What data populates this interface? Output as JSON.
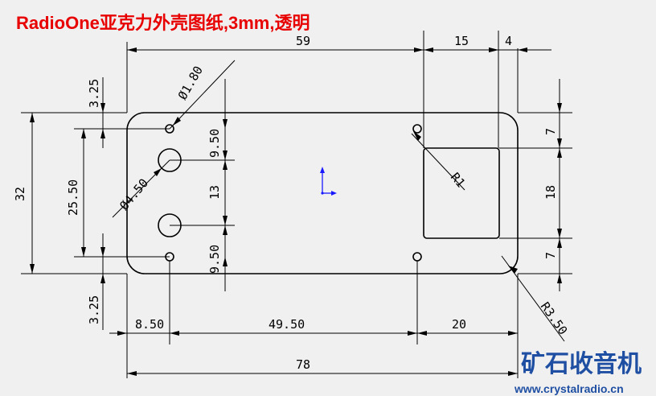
{
  "title": "RadioOne亚克力外壳图纸,3mm,透明",
  "dimensions": {
    "overall_width_top": "59",
    "right_offset_15": "15",
    "right_offset_4": "4",
    "hole_diameter_small": "Ø1.80",
    "hole_diameter_large": "Ø4.50",
    "top_margin": "3.25",
    "bottom_margin": "3.25",
    "height_total": "32",
    "hole_span_vertical": "25.50",
    "spacing_top": "9.50",
    "spacing_mid": "13",
    "spacing_bottom": "9.50",
    "radius_window": "R1",
    "radius_corner": "R3.50",
    "right_7_top": "7",
    "right_18": "18",
    "right_7_bottom": "7",
    "bottom_8_50": "8.50",
    "bottom_49_50": "49.50",
    "bottom_20": "20",
    "bottom_78": "78"
  },
  "watermark": {
    "text_cn": "矿石收音机",
    "url": "www.crystalradio.cn"
  },
  "colors": {
    "title": "#e80000",
    "background": "#f0f0f0",
    "axis": "#1a1aff",
    "watermark": "#1f4fa3"
  }
}
